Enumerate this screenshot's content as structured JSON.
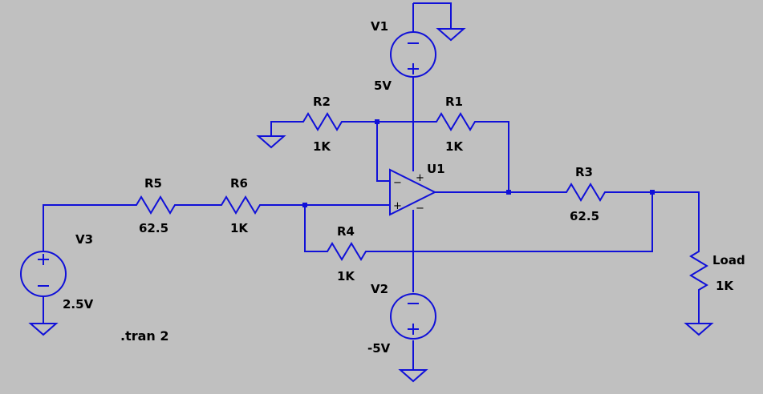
{
  "components": {
    "V1": {
      "name": "V1",
      "value": "5V"
    },
    "V2": {
      "name": "V2",
      "value": "-5V"
    },
    "V3": {
      "name": "V3",
      "value": "2.5V"
    },
    "R1": {
      "name": "R1",
      "value": "1K"
    },
    "R2": {
      "name": "R2",
      "value": "1K"
    },
    "R3": {
      "name": "R3",
      "value": "62.5"
    },
    "R4": {
      "name": "R4",
      "value": "1K"
    },
    "R5": {
      "name": "R5",
      "value": "62.5"
    },
    "R6": {
      "name": "R6",
      "value": "1K"
    },
    "Load": {
      "name": "Load",
      "value": "1K"
    },
    "U1": {
      "name": "U1",
      "pin_plus": "+",
      "pin_minus": "−",
      "supply_plus": "+",
      "supply_minus": "−"
    }
  },
  "directive": ".tran 2",
  "colors": {
    "background": "#c0c0c0",
    "wire": "#1010d8",
    "text": "#000000"
  }
}
